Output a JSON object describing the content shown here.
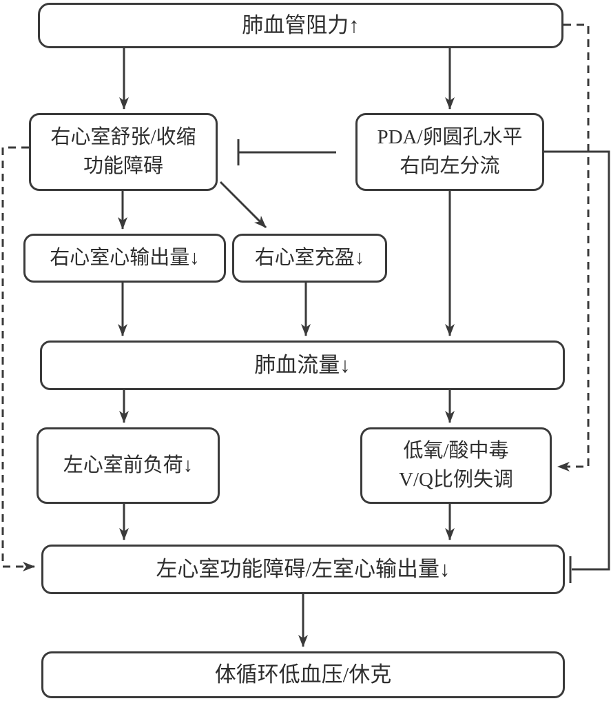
{
  "diagram": {
    "type": "flowchart",
    "language": "zh",
    "colors": {
      "background": "#ffffff",
      "line": "#3a3a3a",
      "box_border": "#3a3a3a",
      "box_fill": "#ffffff",
      "text": "#2e2e2e"
    },
    "nodes": {
      "pvr": {
        "line1": "肺血管阻力↑"
      },
      "rv_dysfunction": {
        "line1": "右心室舒张/收缩",
        "line2": "功能障碍"
      },
      "pda_shunt": {
        "line1": "PDA/卵圆孔水平",
        "line2": "右向左分流"
      },
      "rv_output": {
        "line1": "右心室心输出量↓"
      },
      "rv_filling": {
        "line1": "右心室充盈↓"
      },
      "pulm_flow": {
        "line1": "肺血流量↓"
      },
      "lv_preload": {
        "line1": "左心室前负荷↓"
      },
      "hypoxia": {
        "line1": "低氧/酸中毒",
        "line2": "V/Q比例失调"
      },
      "lv_dysfunction": {
        "line1": "左心室功能障碍/左室心输出量↓"
      },
      "shock": {
        "line1": "体循环低血压/休克"
      }
    },
    "edges": [
      {
        "from": "pvr",
        "to": "rv_dysfunction",
        "style": "solid-arrow"
      },
      {
        "from": "pvr",
        "to": "pda_shunt",
        "style": "solid-arrow"
      },
      {
        "from": "rv_dysfunction",
        "to": "rv_output",
        "style": "solid-arrow"
      },
      {
        "from": "rv_dysfunction",
        "to": "rv_filling",
        "style": "solid-arrow-diagonal"
      },
      {
        "from": "pda_shunt",
        "to": "rv_dysfunction",
        "style": "solid-tbar-inhibition"
      },
      {
        "from": "rv_output",
        "to": "pulm_flow",
        "style": "solid-arrow"
      },
      {
        "from": "rv_filling",
        "to": "pulm_flow",
        "style": "solid-arrow"
      },
      {
        "from": "pda_shunt",
        "to": "pulm_flow",
        "style": "solid-arrow"
      },
      {
        "from": "pulm_flow",
        "to": "lv_preload",
        "style": "solid-arrow"
      },
      {
        "from": "pulm_flow",
        "to": "hypoxia",
        "style": "solid-arrow"
      },
      {
        "from": "lv_preload",
        "to": "lv_dysfunction",
        "style": "solid-arrow"
      },
      {
        "from": "hypoxia",
        "to": "lv_dysfunction",
        "style": "solid-arrow"
      },
      {
        "from": "lv_dysfunction",
        "to": "shock",
        "style": "solid-arrow"
      },
      {
        "from": "pvr",
        "to": "hypoxia",
        "style": "dashed-arrow-right-side"
      },
      {
        "from": "rv_dysfunction",
        "to": "lv_dysfunction",
        "style": "dashed-arrow-left-side"
      },
      {
        "from": "pda_shunt",
        "to": "lv_dysfunction",
        "style": "solid-tbar-inhibition-right-side"
      }
    ]
  }
}
